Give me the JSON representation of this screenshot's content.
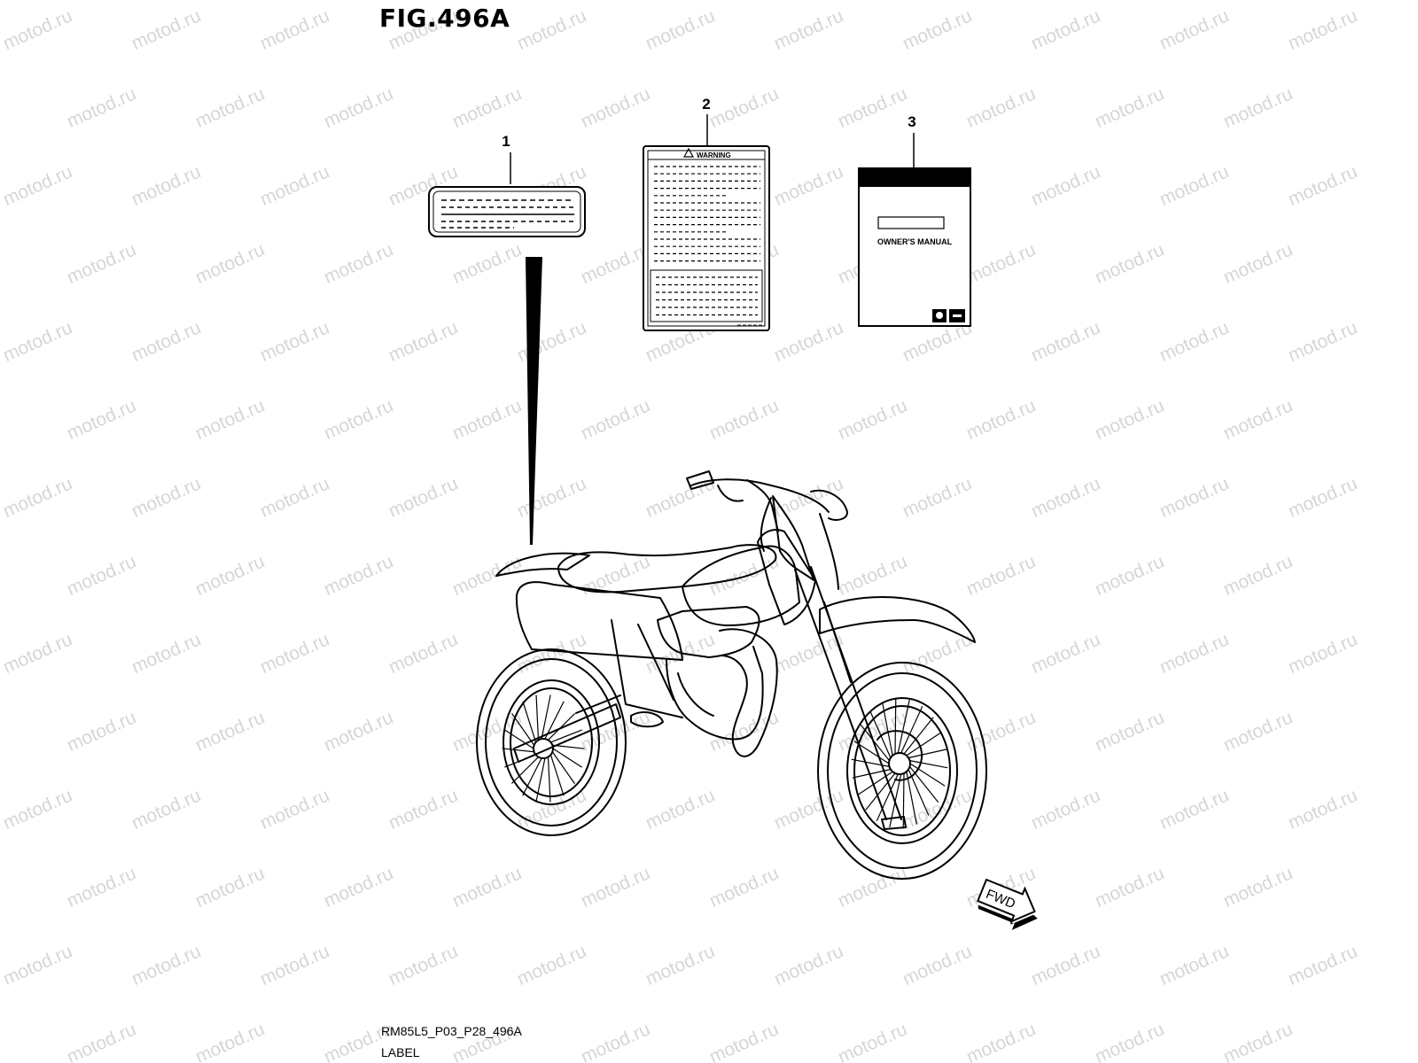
{
  "figure": {
    "title": "FIG.496A",
    "code": "RM85L5_P03_P28_496A",
    "caption": "LABEL"
  },
  "watermark": {
    "text": "motod.ru"
  },
  "callouts": [
    "1",
    "2",
    "3"
  ],
  "labels": {
    "warning_header": "WARNING",
    "manual_title": "OWNER'S MANUAL"
  },
  "direction_arrow": {
    "text": "FWD"
  }
}
